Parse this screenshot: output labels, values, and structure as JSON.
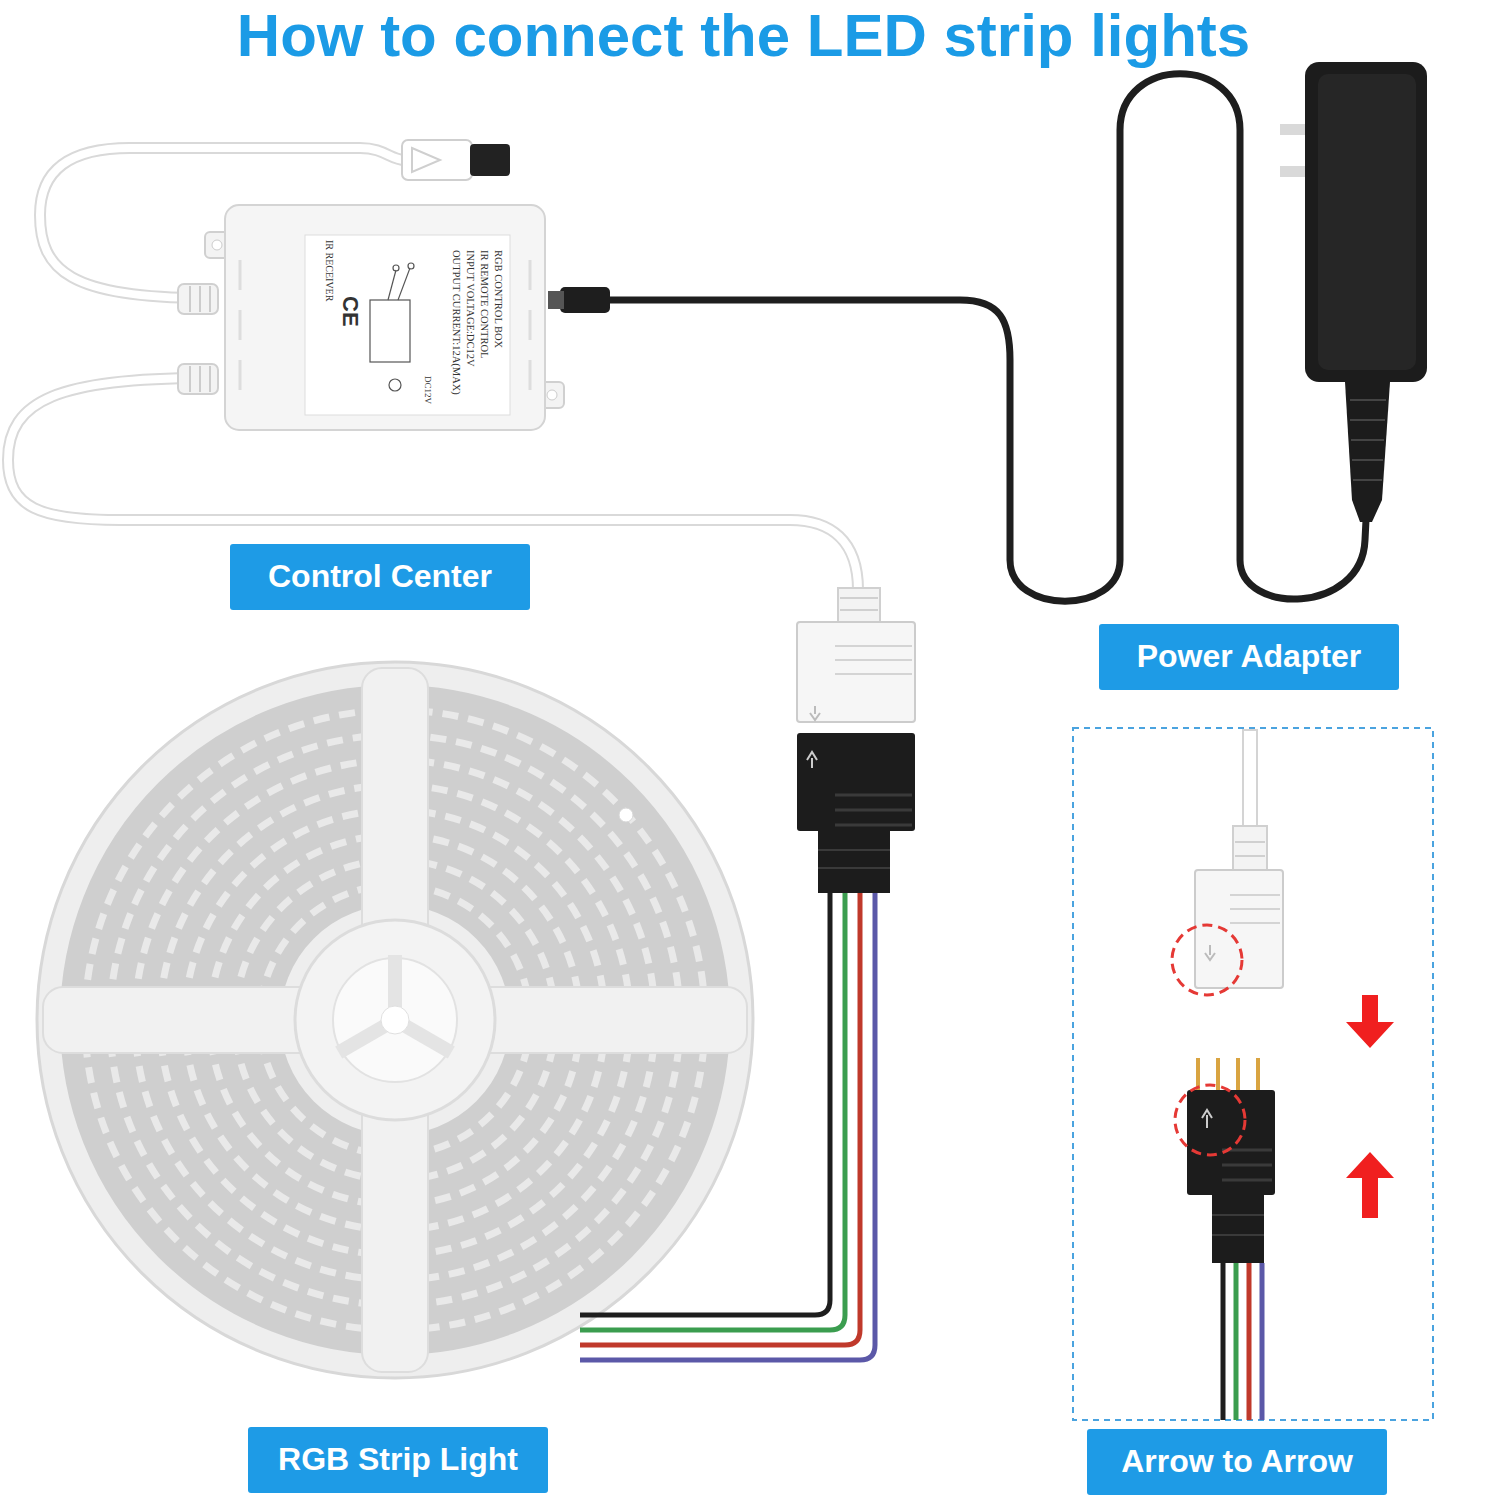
{
  "diagram": {
    "title": "How to connect the LED strip lights",
    "nodes": [
      {
        "text": [
          "Control Center"
        ]
      },
      {
        "text": [
          "Power Adapter"
        ]
      },
      {
        "text": [
          "RGB Strip Light"
        ]
      },
      {
        "text": [
          "Arrow to Arrow"
        ]
      }
    ],
    "labels": [
      "RGB CONTROL BOX",
      "IR REMOTE CONTROL",
      "INPUT VOLTAGE:DC12V",
      "OUTPUT CURRENT:12A(MAX)",
      "IR RECEIVER",
      "CE",
      "DC12V"
    ]
  }
}
